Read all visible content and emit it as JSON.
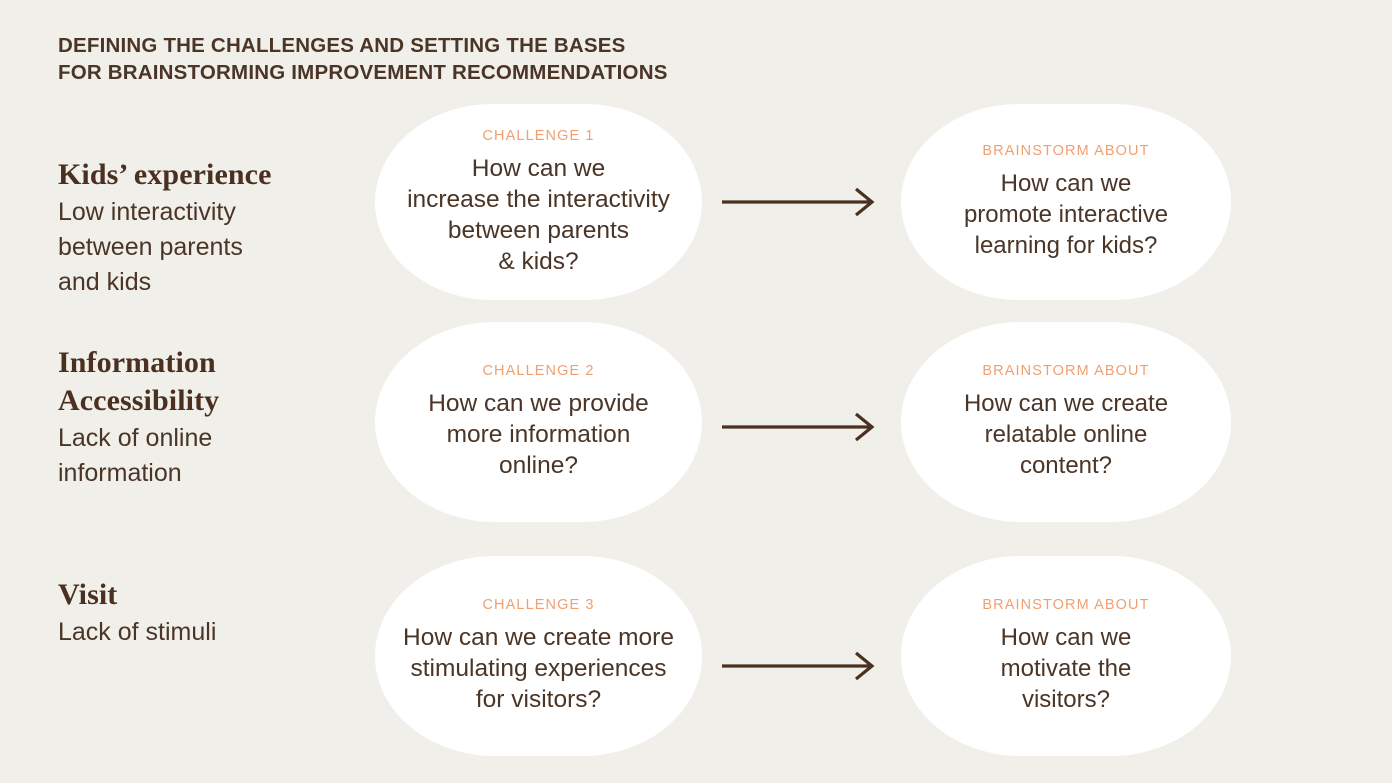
{
  "header": {
    "title": "DEFINING THE CHALLENGES AND SETTING THE BASES\nFOR BRAINSTORMING IMPROVEMENT RECOMMENDATIONS"
  },
  "theme": {
    "background": "#F1EFEA",
    "bubble_background": "#FFFFFF",
    "text_color": "#4A3526",
    "accent_color": "#F0A070",
    "arrow_color": "#4A3020"
  },
  "rows": [
    {
      "label_title": "Kids’ experience",
      "label_sub": "Low interactivity\nbetween parents\nand kids",
      "challenge_kicker": "CHALLENGE 1",
      "challenge_text": "How can we\nincrease the interactivity\nbetween parents\n& kids?",
      "brainstorm_kicker": "BRAINSTORM ABOUT",
      "brainstorm_text": "How can we\npromote interactive\nlearning for kids?",
      "arrow_icon": "arrow-right-icon"
    },
    {
      "label_title": "Information\nAccessibility",
      "label_sub": "Lack of online\ninformation",
      "challenge_kicker": "CHALLENGE 2",
      "challenge_text": "How can we provide\nmore information\nonline?",
      "brainstorm_kicker": "BRAINSTORM ABOUT",
      "brainstorm_text": "How can we create\nrelatable online\ncontent?",
      "arrow_icon": "arrow-right-icon"
    },
    {
      "label_title": "Visit",
      "label_sub": "Lack of stimuli",
      "challenge_kicker": "CHALLENGE 3",
      "challenge_text": "How can we create more\nstimulating experiences\nfor visitors?",
      "brainstorm_kicker": "BRAINSTORM ABOUT",
      "brainstorm_text": "How can we\nmotivate the\nvisitors?",
      "arrow_icon": "arrow-right-icon"
    }
  ]
}
